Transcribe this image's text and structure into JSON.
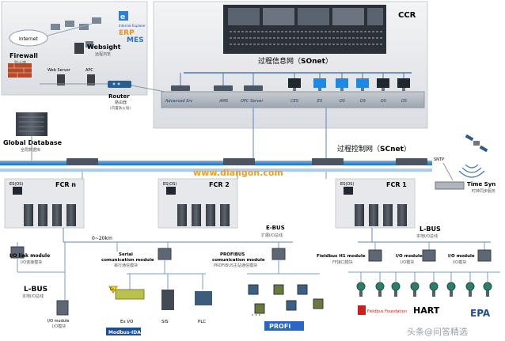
{
  "top": {
    "internet": "Internet",
    "firewall": "Firewall",
    "firewall_cn": "防火墙",
    "websight": "Websight",
    "websight_cn": "远程浏览",
    "web_server": "Web Server",
    "apc": "APC",
    "router": "Router",
    "router_cn": "路由器",
    "router_sub": "(内置防火墙)",
    "global_db": "Global Database",
    "global_db_cn": "全局数据库",
    "ie": "Internet Explorer",
    "erp": "ERP",
    "mes": "MES"
  },
  "ccr": {
    "title": "CCR",
    "sonet_label": "过程信息网（",
    "sonet_name": "SOnet",
    "sonet_close": "）",
    "stations": [
      "Advanced Srv",
      "AMS",
      "OPC Server",
      "CES",
      "ES",
      "OS",
      "OS",
      "OS",
      "OS"
    ]
  },
  "scnet": {
    "label": "过程控制网（",
    "name": "SCnet",
    "close": "）",
    "sntp": "SNTP",
    "time_syn": "Time Syn",
    "time_syn_cn": "时钟同步服务"
  },
  "watermark": "www.diangon.com",
  "fcrs": [
    {
      "label": "FCR n",
      "es": "ES(OS)"
    },
    {
      "label": "FCR 2",
      "es": "ES(OS)"
    },
    {
      "label": "FCR 1",
      "es": "ES(OS)"
    }
  ],
  "bus": {
    "distance": "0~20km",
    "ebus": "E-BUS",
    "ebus_cn": "扩展I/O总线",
    "lbus_right": "L-BUS",
    "lbus_right_cn": "本地I/O总线",
    "lbus_left": "L-BUS",
    "lbus_left_cn": "本地I/O总线"
  },
  "modules": {
    "io_link": "I/O link module",
    "io_link_cn": "I/O连接模块",
    "serial": "Serial",
    "serial2": "comunication module",
    "serial_cn": "串行通信模块",
    "profibus": "PROFIBUS",
    "profibus2": "comunication module",
    "profibus_cn": "PROFIBUS主站通信模块",
    "ff": "Fieldbus H1 module",
    "ff_cn": "FF接口模块",
    "io_mod1": "I/O module",
    "io_mod1_cn": "I/O模块",
    "io_mod2": "I/O module",
    "io_mod2_cn": "I/O模块",
    "io_mod_left": "I/O module",
    "io_mod_left_cn": "I/O模块",
    "ex_io": "Ex I/O",
    "sis": "SIS",
    "plc": "PLC",
    "modbus": "Modbus-IDA",
    "profi": "PROFI",
    "ex": "Ex",
    "ellipsis": "·  ·  ·"
  },
  "brands": {
    "ff": "Fieldbus Foundation",
    "hart": "HART",
    "epa": "EPA"
  },
  "corner_watermark": "头条@问答精选"
}
